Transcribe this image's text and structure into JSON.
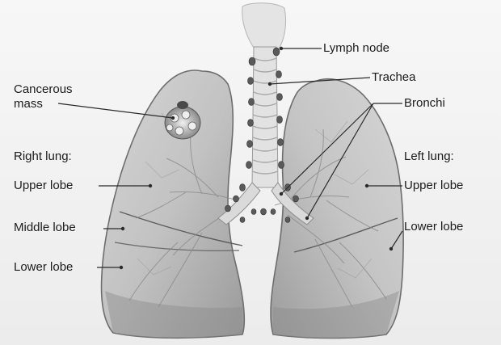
{
  "labels": {
    "cancerous_mass": [
      "Cancerous",
      "mass"
    ],
    "lymph_node": "Lymph node",
    "trachea": "Trachea",
    "bronchi": "Bronchi",
    "right_lung": {
      "heading": "Right lung:",
      "upper": "Upper lobe",
      "middle": "Middle lobe",
      "lower": "Lower lobe"
    },
    "left_lung": {
      "heading": "Left lung:",
      "upper": "Upper lobe",
      "lower": "Lower lobe"
    }
  }
}
